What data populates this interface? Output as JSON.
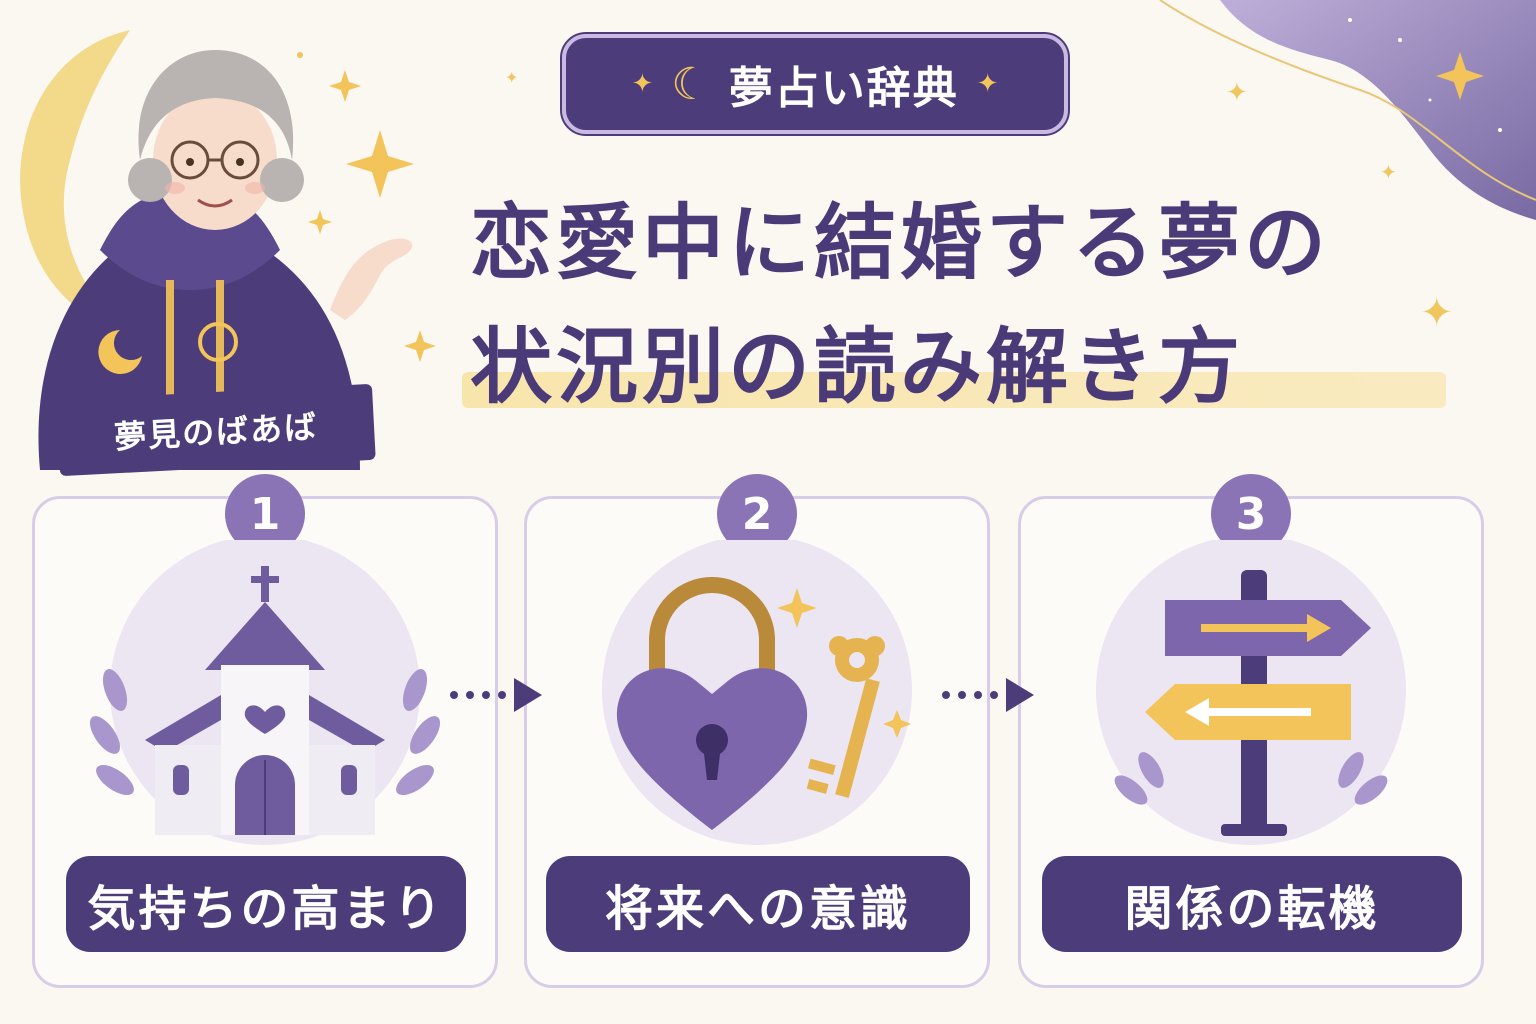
{
  "header": {
    "badge_label": "夢占い辞典",
    "title_line1": "恋愛中に結婚する夢の",
    "title_line2": "状況別の読み解き方"
  },
  "character": {
    "name": "夢見のばあば"
  },
  "steps": [
    {
      "number": "1",
      "caption": "気持ちの高まり",
      "icon": "church-icon"
    },
    {
      "number": "2",
      "caption": "将来への意識",
      "icon": "heart-lock-and-key-icon"
    },
    {
      "number": "3",
      "caption": "関係の転機",
      "icon": "signpost-icon"
    }
  ],
  "colors": {
    "primary_purple": "#4c3d7a",
    "light_purple": "#8a74b5",
    "gold": "#f2c45a",
    "background": "#fbf7f1"
  }
}
